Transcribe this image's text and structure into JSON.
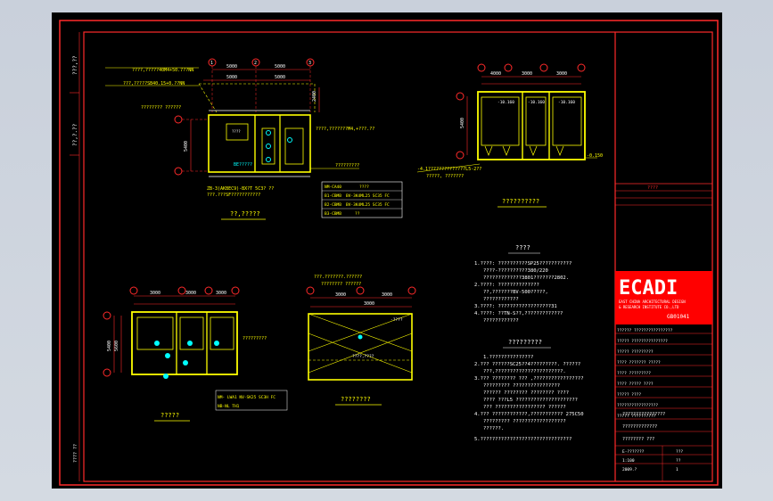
{
  "viewport": {
    "background": "#000000"
  },
  "colors": {
    "border": "#ff2a2a",
    "line": "#ffff00",
    "text": "#ffffff",
    "note": "#00ffff",
    "dim": "#ff00ff",
    "green": "#00ff00"
  },
  "plan_top_left": {
    "dims_top": [
      "5000",
      "5000"
    ],
    "dims_top_overall": [
      "5000",
      "5000"
    ],
    "grid_labels": [
      "1",
      "2",
      "3"
    ],
    "side_dim": "5400",
    "right_dim": "2400",
    "notes": [
      "????,?????40M4+50.7??NN",
      "???,?????SB40.15+0.??NN",
      "???????? ??????",
      "????,???????M4,+???.??",
      "BE?????",
      "?????????",
      "ZB-3(AKBEC9)-BX?T 5C3? ??",
      "???.???SF??????????? "
    ],
    "title": "??,?????"
  },
  "schedule_table": {
    "rows": [
      [
        "NM-CA40",
        "????"
      ],
      [
        "B1-CBMB",
        "BV-3K4ML25 SC35 FC"
      ],
      [
        "B2-CBMB",
        "BV-3K4ML25 SC35 FC"
      ],
      [
        "B3-CBMB",
        "??"
      ]
    ]
  },
  "plan_top_right": {
    "dims": [
      "4000",
      "3000",
      "3000"
    ],
    "side_dim": "5400",
    "elevation_note": "-0.150",
    "room_labels": [
      "-10.160",
      "-10.160",
      "-10.160"
    ],
    "notes": [
      "-4.1??????????????L5-2??",
      "?????, ???????"
    ],
    "title": "??????????"
  },
  "plan_bottom_left": {
    "dims": [
      "3000",
      "3000",
      "3000"
    ],
    "side_dims": [
      "5400",
      "5600"
    ],
    "notes": [
      "?????????",
      "NM- LWA1 NV-SK25 SC3H FC",
      "NB-NL TH1"
    ],
    "title": "?????"
  },
  "plan_bottom_mid": {
    "dims": [
      "3000",
      "3000",
      "3000"
    ],
    "notes": [
      "???.???????.??????",
      "???????? ??????",
      "????,????",
      "?????????"
    ],
    "title": "????????"
  },
  "notes_block": {
    "heading1": "????",
    "lines1": [
      "1.????: ??????????SP25???????????",
      "????-??????????380/220",
      "?????????????3801???????2802.",
      "2.????: ??????????????",
      "??,???????BV-500?????,",
      "????????????",
      "3.????: ??????????????????31",
      "4.????: ??TN-S??,?????????????",
      "????????????"
    ],
    "heading2": "?????????",
    "lines2": [
      "1.???????????????",
      "2.??? ??????SC25??4?????????. ??????",
      "???,???????????????????????.",
      "3.??? ???????? ???  ,?????????????????",
      "????????? ????????????????",
      "?????? ???????? ???????? ????",
      "???? ???L5 ?????????????????????",
      "??? ????????????????? ??????",
      "4.??? ????????????,??????????? 275C50",
      "????????? ??????????????????",
      "??????.",
      "5.???????????????????????????????"
    ]
  },
  "title_block": {
    "logo": "ECADI",
    "logo_sub": [
      "EAST CHINA ARCHITECTURAL DESIGN",
      "& RESEARCH INSTITUTE CO.,LTD"
    ],
    "number": "GB01041",
    "rows": [
      "?????? ????????????????",
      "????? ???????????????",
      "????? ?????????",
      "???? ??????? ?????",
      "???? ?????????",
      "???? ????? ????",
      "????? ????",
      "?????????????????",
      "????? ??????????"
    ],
    "stamp": "????",
    "project": "????????????????",
    "sheet": "?????????????",
    "drawing_no": "???????? ???",
    "footer_left": [
      "E-???????",
      "1:100",
      "2009.?"
    ],
    "footer_right": [
      "???",
      "??",
      "1"
    ]
  },
  "left_margin_texts": [
    "???,??",
    "??,?.??",
    "???? ??"
  ]
}
